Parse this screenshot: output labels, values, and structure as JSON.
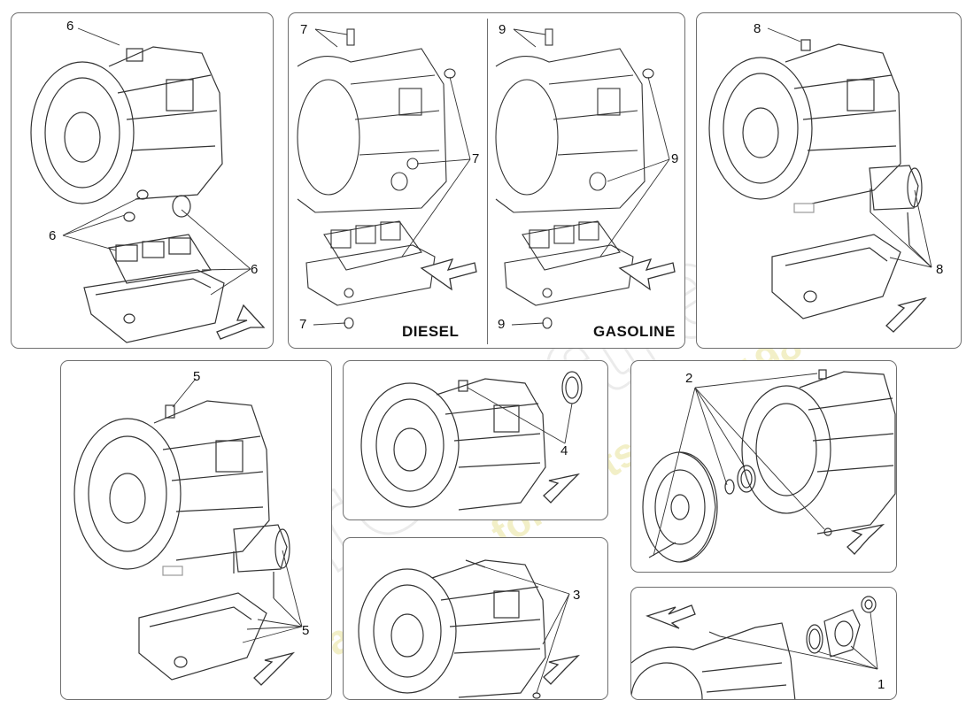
{
  "panels": {
    "p1": {
      "callouts": [
        "6",
        "6",
        "6"
      ]
    },
    "p2": {
      "callouts": [
        "7",
        "7",
        "7"
      ],
      "label": "DIESEL"
    },
    "p3": {
      "callouts": [
        "9",
        "9",
        "9"
      ],
      "label": "GASOLINE"
    },
    "p4": {
      "callouts": [
        "8",
        "8"
      ]
    },
    "p5": {
      "callouts": [
        "5",
        "5"
      ]
    },
    "p6": {
      "callouts": [
        "4"
      ]
    },
    "p7": {
      "callouts": [
        "3"
      ]
    },
    "p8": {
      "callouts": [
        "2"
      ]
    },
    "p9": {
      "callouts": [
        "1"
      ]
    }
  },
  "watermark": {
    "brand": "eurospares",
    "tagline": "a passion for parts since 1985",
    "color": "#e8e39a"
  },
  "icons": [
    "transmission-housing",
    "valve-body",
    "oil-pan",
    "seal-ring",
    "bolt",
    "direction-arrow"
  ]
}
